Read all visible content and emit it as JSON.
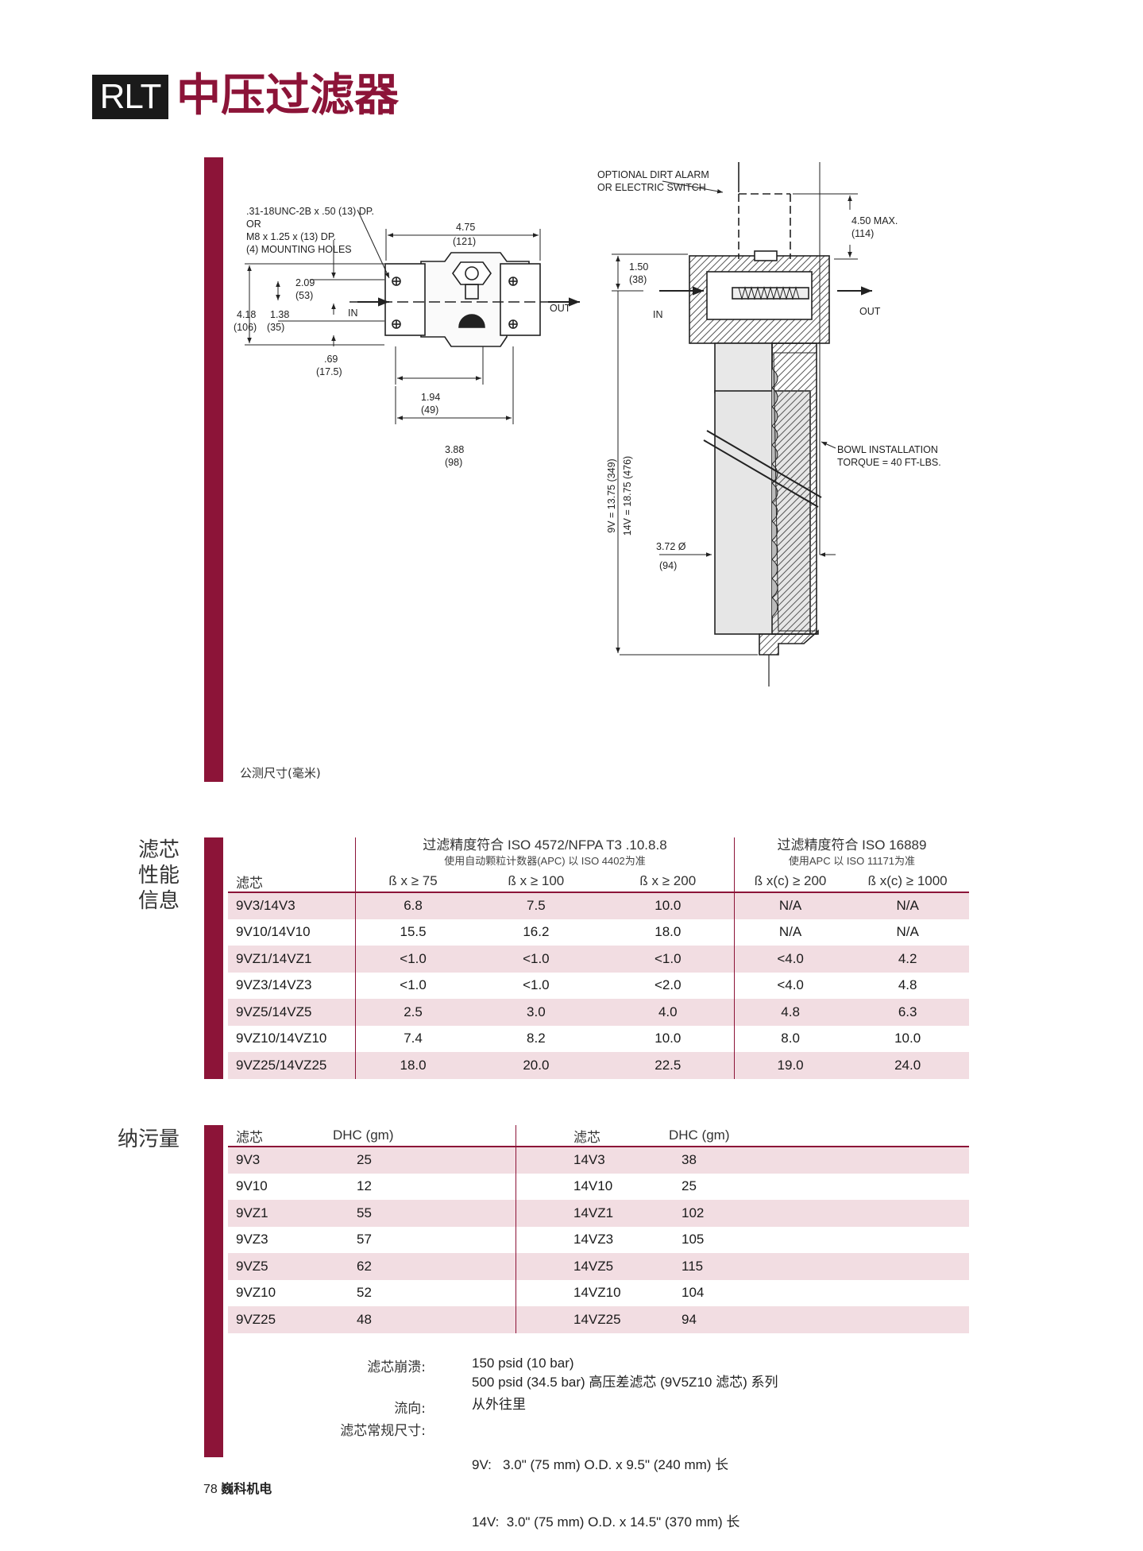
{
  "header": {
    "badge": "RLT",
    "title": "中压过滤器"
  },
  "drawing": {
    "left": {
      "mounting_note": [
        ".31-18UNC-2B x .50 (13) DP.",
        "OR",
        "M8 x 1.25 x (13) DP.",
        "(4) MOUNTING HOLES"
      ],
      "dim_475": "4.75",
      "dim_475_mm": "(121)",
      "dim_209": "2.09",
      "dim_209_mm": "(53)",
      "dim_418": "4.18",
      "dim_418_mm": "(106)",
      "dim_138": "1.38",
      "dim_138_mm": "(35)",
      "dim_069": ".69",
      "dim_069_mm": "(17.5)",
      "dim_194": "1.94",
      "dim_194_mm": "(49)",
      "dim_388": "3.88",
      "dim_388_mm": "(98)",
      "in_label": "IN",
      "out_label": "OUT"
    },
    "right": {
      "alarm_note": [
        "OPTIONAL DIRT ALARM",
        "OR ELECTRIC SWITCH"
      ],
      "dim_450": "4.50 MAX.",
      "dim_450_mm": "(114)",
      "dim_150": "1.50",
      "dim_150_mm": "(38)",
      "in_label": "IN",
      "out_label": "OUT",
      "len_9v": "9V = 13.75 (349)",
      "len_14v": "14V = 18.75 (476)",
      "bowl_note": [
        "BOWL INSTALLATION",
        "TORQUE = 40 FT-LBS."
      ],
      "dim_372": "3.72 Ø",
      "dim_372_mm": "(94)"
    },
    "note": "公测尺寸(毫米)"
  },
  "performance": {
    "section_label": [
      "滤芯",
      "性能",
      "信息"
    ],
    "group1": {
      "title": "过滤精度符合 ISO 4572/NFPA T3 .10.8.8",
      "subtitle": "使用自动颗粒计数器(APC) 以 ISO 4402为准"
    },
    "group2": {
      "title": "过滤精度符合 ISO 16889",
      "subtitle": "使用APC 以 ISO 11171为准"
    },
    "columns": [
      "滤芯",
      "ß x ≥ 75",
      "ß x ≥ 100",
      "ß x ≥ 200",
      "ß x(c) ≥ 200",
      "ß x(c) ≥ 1000"
    ],
    "rows": [
      [
        "9V3/14V3",
        "6.8",
        "7.5",
        "10.0",
        "N/A",
        "N/A"
      ],
      [
        "9V10/14V10",
        "15.5",
        "16.2",
        "18.0",
        "N/A",
        "N/A"
      ],
      [
        "9VZ1/14VZ1",
        "<1.0",
        "<1.0",
        "<1.0",
        "<4.0",
        "4.2"
      ],
      [
        "9VZ3/14VZ3",
        "<1.0",
        "<1.0",
        "<2.0",
        "<4.0",
        "4.8"
      ],
      [
        "9VZ5/14VZ5",
        "2.5",
        "3.0",
        "4.0",
        "4.8",
        "6.3"
      ],
      [
        "9VZ10/14VZ10",
        "7.4",
        "8.2",
        "10.0",
        "8.0",
        "10.0"
      ],
      [
        "9VZ25/14VZ25",
        "18.0",
        "20.0",
        "22.5",
        "19.0",
        "24.0"
      ]
    ]
  },
  "dhc": {
    "section_label": "纳污量",
    "columns": [
      "滤芯",
      "DHC (gm)",
      "滤芯",
      "DHC (gm)"
    ],
    "rows": [
      [
        "9V3",
        "25",
        "14V3",
        "38"
      ],
      [
        "9V10",
        "12",
        "14V10",
        "25"
      ],
      [
        "9VZ1",
        "55",
        "14VZ1",
        "102"
      ],
      [
        "9VZ3",
        "57",
        "14VZ3",
        "105"
      ],
      [
        "9VZ5",
        "62",
        "14VZ5",
        "115"
      ],
      [
        "9VZ10",
        "52",
        "14VZ10",
        "104"
      ],
      [
        "9VZ25",
        "48",
        "14VZ25",
        "94"
      ]
    ]
  },
  "specs": {
    "collapse_label": "滤芯崩溃:",
    "collapse_values": [
      "150 psid (10 bar)",
      "500 psid (34.5 bar) 高压差滤芯 (9V5Z10 滤芯) 系列"
    ],
    "flow_label": "流向:",
    "flow_value": "从外往里",
    "size_label": "滤芯常规尺寸:",
    "size_values": [
      "9V:   3.0\" (75 mm) O.D. x 9.5\" (240 mm) 长",
      "14V:  3.0\" (75 mm) O.D. x 14.5\" (370 mm) 长"
    ]
  },
  "footer": {
    "page": "78",
    "company": "巍科机电"
  }
}
